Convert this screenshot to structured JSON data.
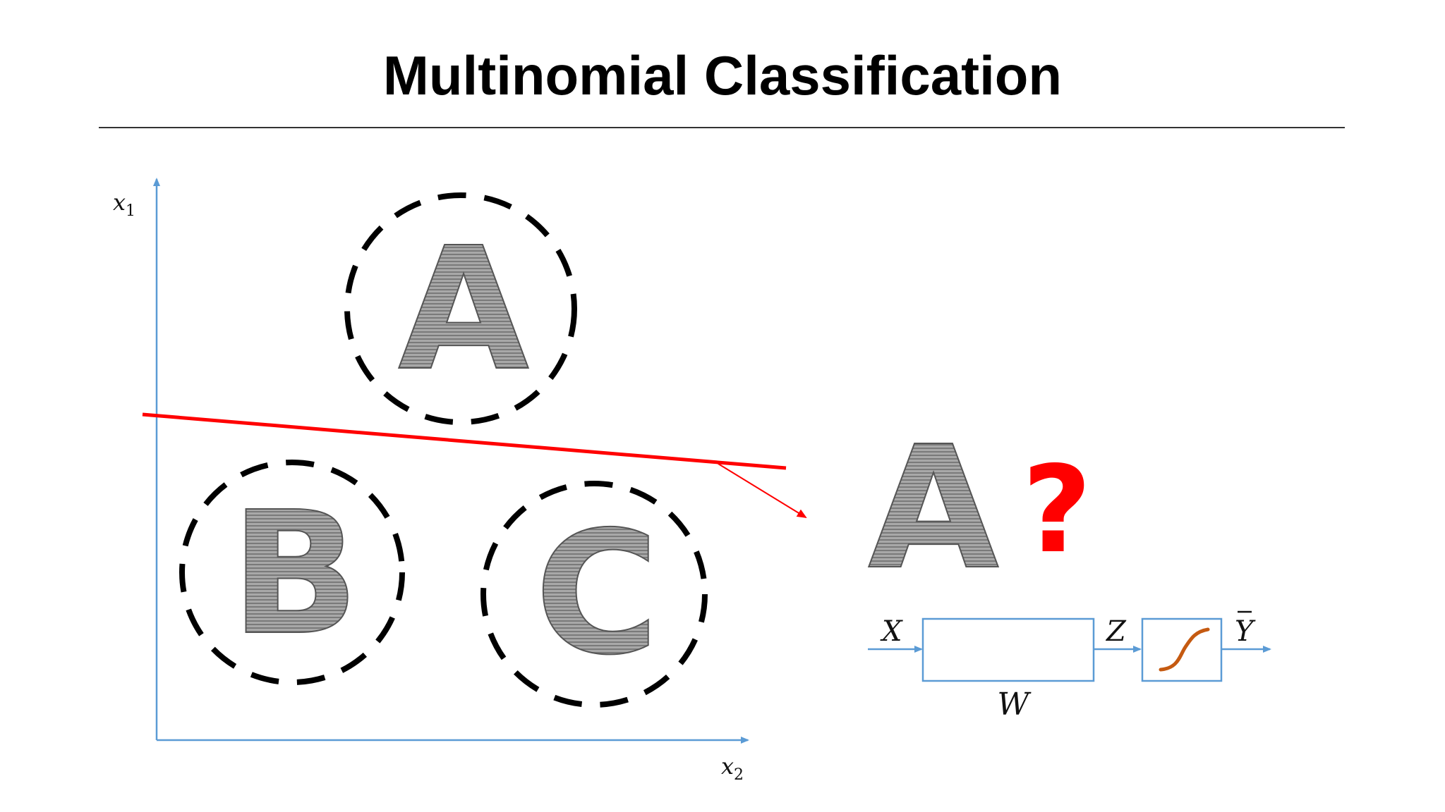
{
  "slide": {
    "title": "Multinomial Classification"
  },
  "plot": {
    "x1_label": "x",
    "x1_sub": "1",
    "x2_label": "x",
    "x2_sub": "2",
    "axis_color": "#5b9bd5",
    "boundary_color": "#ff0000",
    "clusters": [
      {
        "name": "cluster-a",
        "letter": "A"
      },
      {
        "name": "cluster-b",
        "letter": "B"
      },
      {
        "name": "cluster-c",
        "letter": "C"
      }
    ]
  },
  "query": {
    "letter": "A",
    "mark": "?"
  },
  "pipeline": {
    "input_label": "X",
    "weight_label": "W",
    "logit_label": "Z",
    "output_label": "Y",
    "output_accent": "bar",
    "activation_icon": "sigmoid-curve-icon",
    "activation_color": "#c55a11",
    "line_color": "#5b9bd5"
  }
}
